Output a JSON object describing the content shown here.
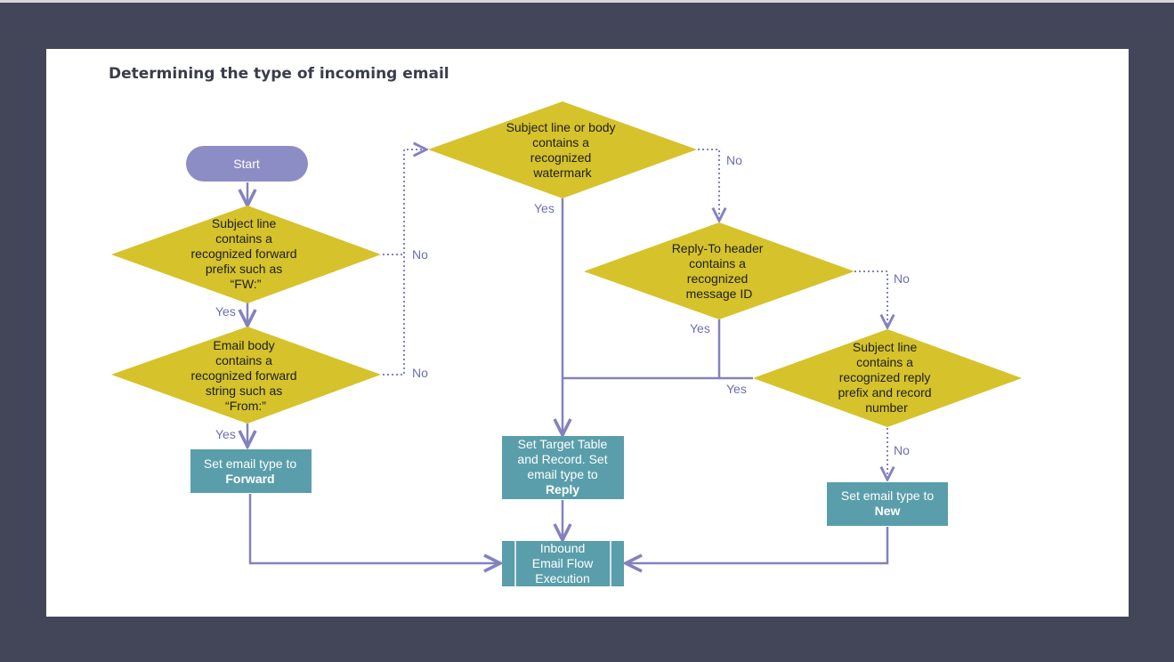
{
  "title": "Determining the type of incoming email",
  "colors": {
    "background": "#434559",
    "panel": "#ffffff",
    "start": "#8d8dc5",
    "decision": "#d6c22b",
    "process": "#5a9eab",
    "connector": "#8481c0"
  },
  "nodes": {
    "start": "Start",
    "d1": [
      "Subject line",
      "contains a",
      "recognized forward",
      "prefix such as",
      "“FW:”"
    ],
    "d2": [
      "Email body",
      "contains a",
      "recognized forward",
      "string such as",
      "“From:”"
    ],
    "d3": [
      "Subject line or body",
      "contains a",
      "recognized",
      "watermark"
    ],
    "d4": [
      "Reply-To header",
      "contains a",
      "recognized",
      "message ID"
    ],
    "d5": [
      "Subject line",
      "contains a",
      "recognized reply",
      "prefix and record",
      "number"
    ],
    "p_forward": {
      "line1": "Set email type to",
      "bold": "Forward"
    },
    "p_reply": {
      "lines": [
        "Set Target Table",
        "and Record. Set",
        "email type to"
      ],
      "bold": "Reply"
    },
    "p_new": {
      "line1": "Set email type to",
      "bold": "New"
    },
    "p_inbound": [
      "Inbound",
      "Email Flow",
      "Execution"
    ]
  },
  "edges": {
    "yes": "Yes",
    "no": "No"
  }
}
